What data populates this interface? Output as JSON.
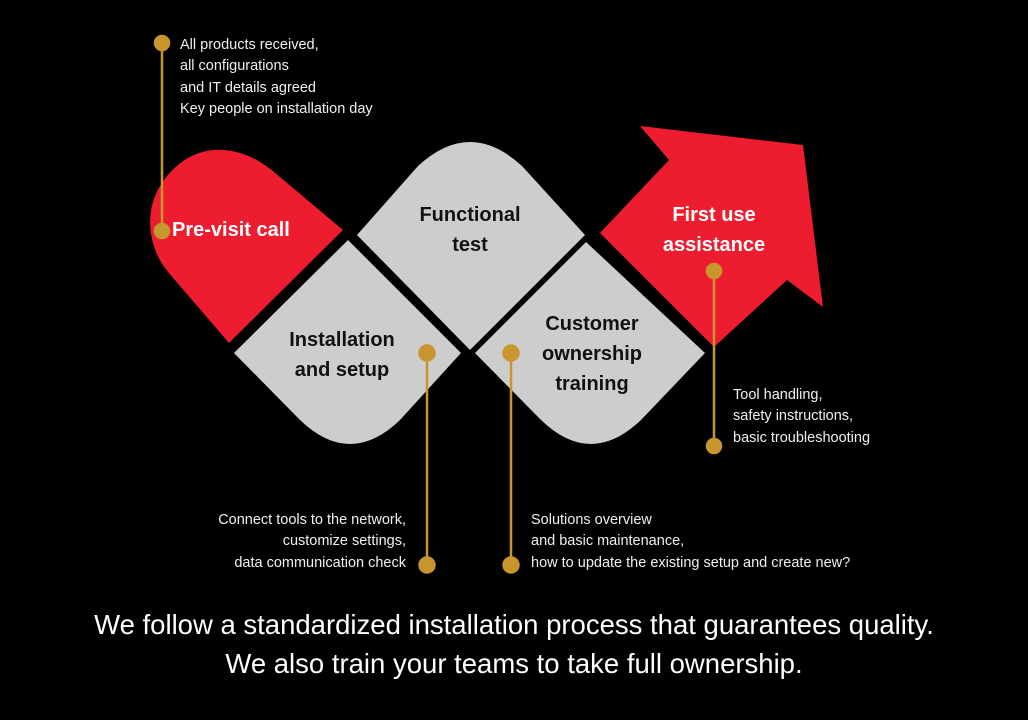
{
  "colors": {
    "red": "#ed1c2f",
    "gray": "#cdcdcd",
    "gold": "#c8962e",
    "background": "#000000"
  },
  "steps": [
    {
      "label": "Pre-visit call",
      "notes": [
        "All products received,",
        "all configurations",
        "and IT details agreed",
        "Key people on installation day"
      ]
    },
    {
      "label_lines": [
        "Installation",
        "and setup"
      ],
      "notes": [
        "Connect tools to the network,",
        "customize settings,",
        "data communication check"
      ]
    },
    {
      "label_lines": [
        "Functional",
        "test"
      ]
    },
    {
      "label_lines": [
        "Customer",
        "ownership",
        "training"
      ],
      "notes": [
        "Solutions overview",
        "and basic maintenance,",
        "how to update the existing setup and create new?"
      ]
    },
    {
      "label_lines": [
        "First use",
        "assistance"
      ],
      "notes": [
        "Tool handling,",
        "safety instructions,",
        "basic troubleshooting"
      ]
    }
  ],
  "tagline": [
    "We follow a standardized installation process that guarantees quality.",
    "We also train your teams to take full ownership."
  ]
}
